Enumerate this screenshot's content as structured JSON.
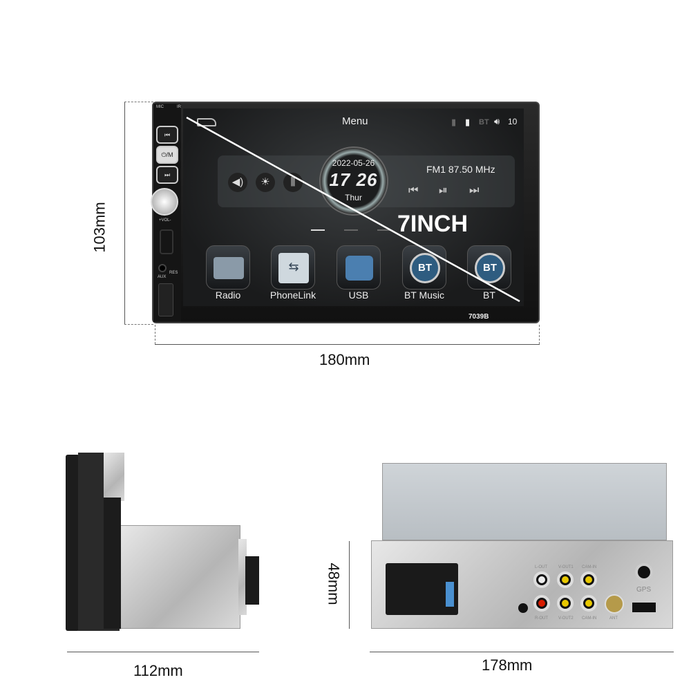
{
  "dimensions": {
    "height": "103mm",
    "width": "180mm",
    "depth": "112mm",
    "rear_width": "178mm",
    "rear_height": "48mm"
  },
  "front": {
    "model": "7039B",
    "panel_labels": {
      "mic": "MIC",
      "ir": "IR",
      "power_mode": "⏻/M",
      "vol": "+VOL-",
      "aux": "AUX",
      "res": "RES"
    },
    "screen": {
      "title": "Menu",
      "status": {
        "bt": "BT",
        "volume": "10"
      },
      "date": "2022-05-26",
      "time": "17 26",
      "day": "Thur",
      "radio": "FM1 87.50 MHz",
      "overlay_text": "7INCH",
      "apps": [
        {
          "label": "Radio",
          "icon": "radio-icon"
        },
        {
          "label": "PhoneLink",
          "icon": "phonelink-icon"
        },
        {
          "label": "USB",
          "icon": "usb-icon"
        },
        {
          "label": "BT Music",
          "icon": "bluetooth-icon",
          "badge": "BT"
        },
        {
          "label": "BT",
          "icon": "bluetooth-icon",
          "badge": "BT"
        }
      ]
    }
  },
  "rear": {
    "labels": [
      "L-OUT",
      "V-OUT1",
      "CAM-IN",
      "R-OUT",
      "V-OUT2",
      "CAM-IN",
      "ANT",
      "GPS"
    ]
  }
}
